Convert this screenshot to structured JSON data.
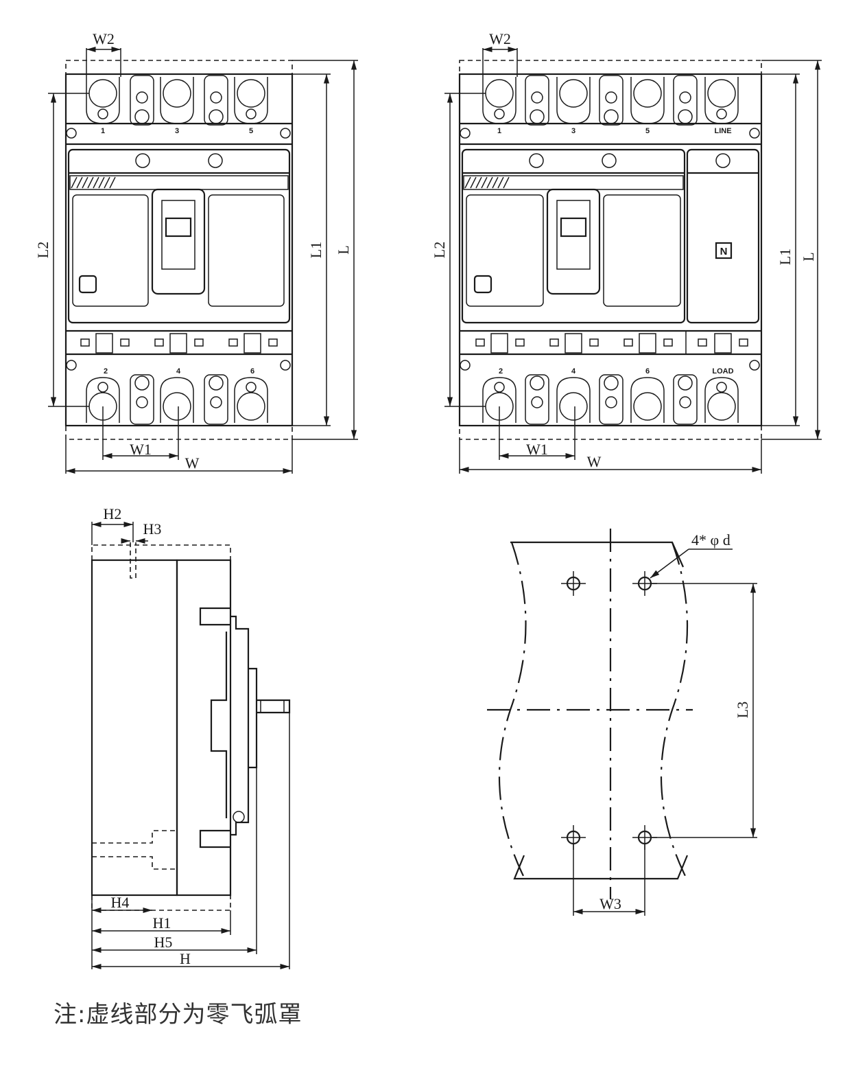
{
  "front_view_3p": {
    "terminal_top": [
      "1",
      "3",
      "5"
    ],
    "terminal_bottom": [
      "2",
      "4",
      "6"
    ],
    "dims": {
      "w2": "W2",
      "l2": "L2",
      "l1": "L1",
      "l": "L",
      "w1": "W1",
      "w": "W"
    }
  },
  "front_view_4p": {
    "terminal_top": [
      "1",
      "3",
      "5",
      "LINE"
    ],
    "terminal_bottom": [
      "2",
      "4",
      "6",
      "LOAD"
    ],
    "neutral_label": "N",
    "dims": {
      "w2": "W2",
      "l2": "L2",
      "l1": "L1",
      "l": "L",
      "w1": "W1",
      "w": "W"
    }
  },
  "side_view": {
    "dims": {
      "h2": "H2",
      "h3": "H3",
      "h4": "H4",
      "h1": "H1",
      "h5": "H5",
      "h": "H"
    }
  },
  "mounting_view": {
    "hole_label": "4* φ d",
    "dims": {
      "l3": "L3",
      "w3": "W3"
    }
  },
  "note": "注:虚线部分为零飞弧罩"
}
